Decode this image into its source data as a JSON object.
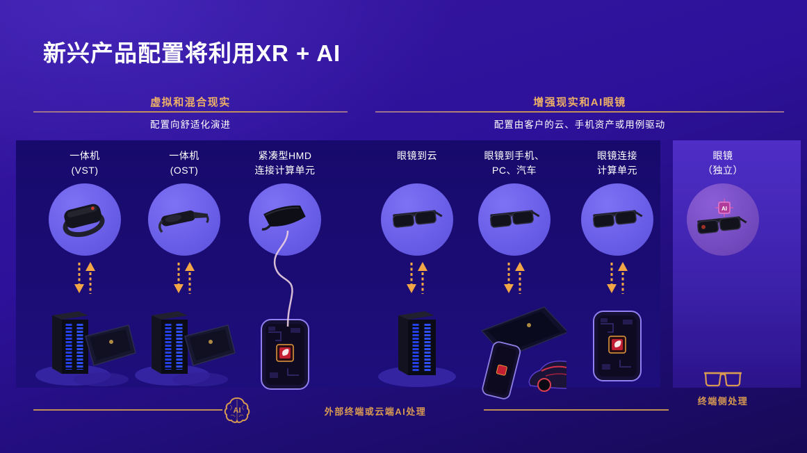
{
  "title": "新兴产品配置将利用XR + AI",
  "sections": [
    {
      "header": "虚拟和混合现实",
      "subtitle": "配置向舒适化演进"
    },
    {
      "header": "增强现实和AI眼镜",
      "subtitle": "配置由客户的云、手机资产或用例驱动"
    }
  ],
  "columns": [
    {
      "label_line1": "一体机",
      "label_line2": "(VST)",
      "device": "vr-headset",
      "bottom_device": "cloud-server-laptop",
      "connector": "bidirectional-arrows"
    },
    {
      "label_line1": "一体机",
      "label_line2": "(OST)",
      "device": "ar-glasses",
      "bottom_device": "cloud-server-laptop",
      "connector": "bidirectional-arrows"
    },
    {
      "label_line1": "紧凑型HMD",
      "label_line2": "连接计算单元",
      "device": "compact-hmd",
      "bottom_device": "compute-unit",
      "connector": "cable"
    },
    {
      "label_line1": "眼镜到云",
      "label_line2": "",
      "device": "smart-glasses",
      "bottom_device": "cloud-server",
      "connector": "bidirectional-arrows"
    },
    {
      "label_line1": "眼镜到手机、",
      "label_line2": "PC、汽车",
      "device": "smart-glasses",
      "bottom_device": "phone-pc-car",
      "connector": "bidirectional-arrows"
    },
    {
      "label_line1": "眼镜连接",
      "label_line2": "计算单元",
      "device": "smart-glasses",
      "bottom_device": "compute-unit",
      "connector": "bidirectional-arrows"
    },
    {
      "label_line1": "眼镜",
      "label_line2": "（独立）",
      "device": "ai-glasses",
      "bottom_device": "none",
      "connector": "none"
    }
  ],
  "footer": {
    "external_processing_label": "外部终端或云端AI处理",
    "on_device_processing_label": "终端侧处理",
    "ai_badge_text": "AI"
  },
  "icons": {
    "ai_brain": "ai-brain-icon",
    "on_device_glasses": "glasses-icon",
    "arrows": "bidirectional-arrows-icon"
  },
  "colors": {
    "background_top": "#36189f",
    "background_bottom": "#180956",
    "panel_dark": "#1b0c74",
    "panel_light": "#4e2ec6",
    "circle": "#655ae4",
    "circle_standalone": "#7148bc",
    "accent_gold": "#d89a52",
    "arrow_orange": "#f2a646",
    "header_gold": "#eeb066",
    "text_white": "#ffffff"
  }
}
